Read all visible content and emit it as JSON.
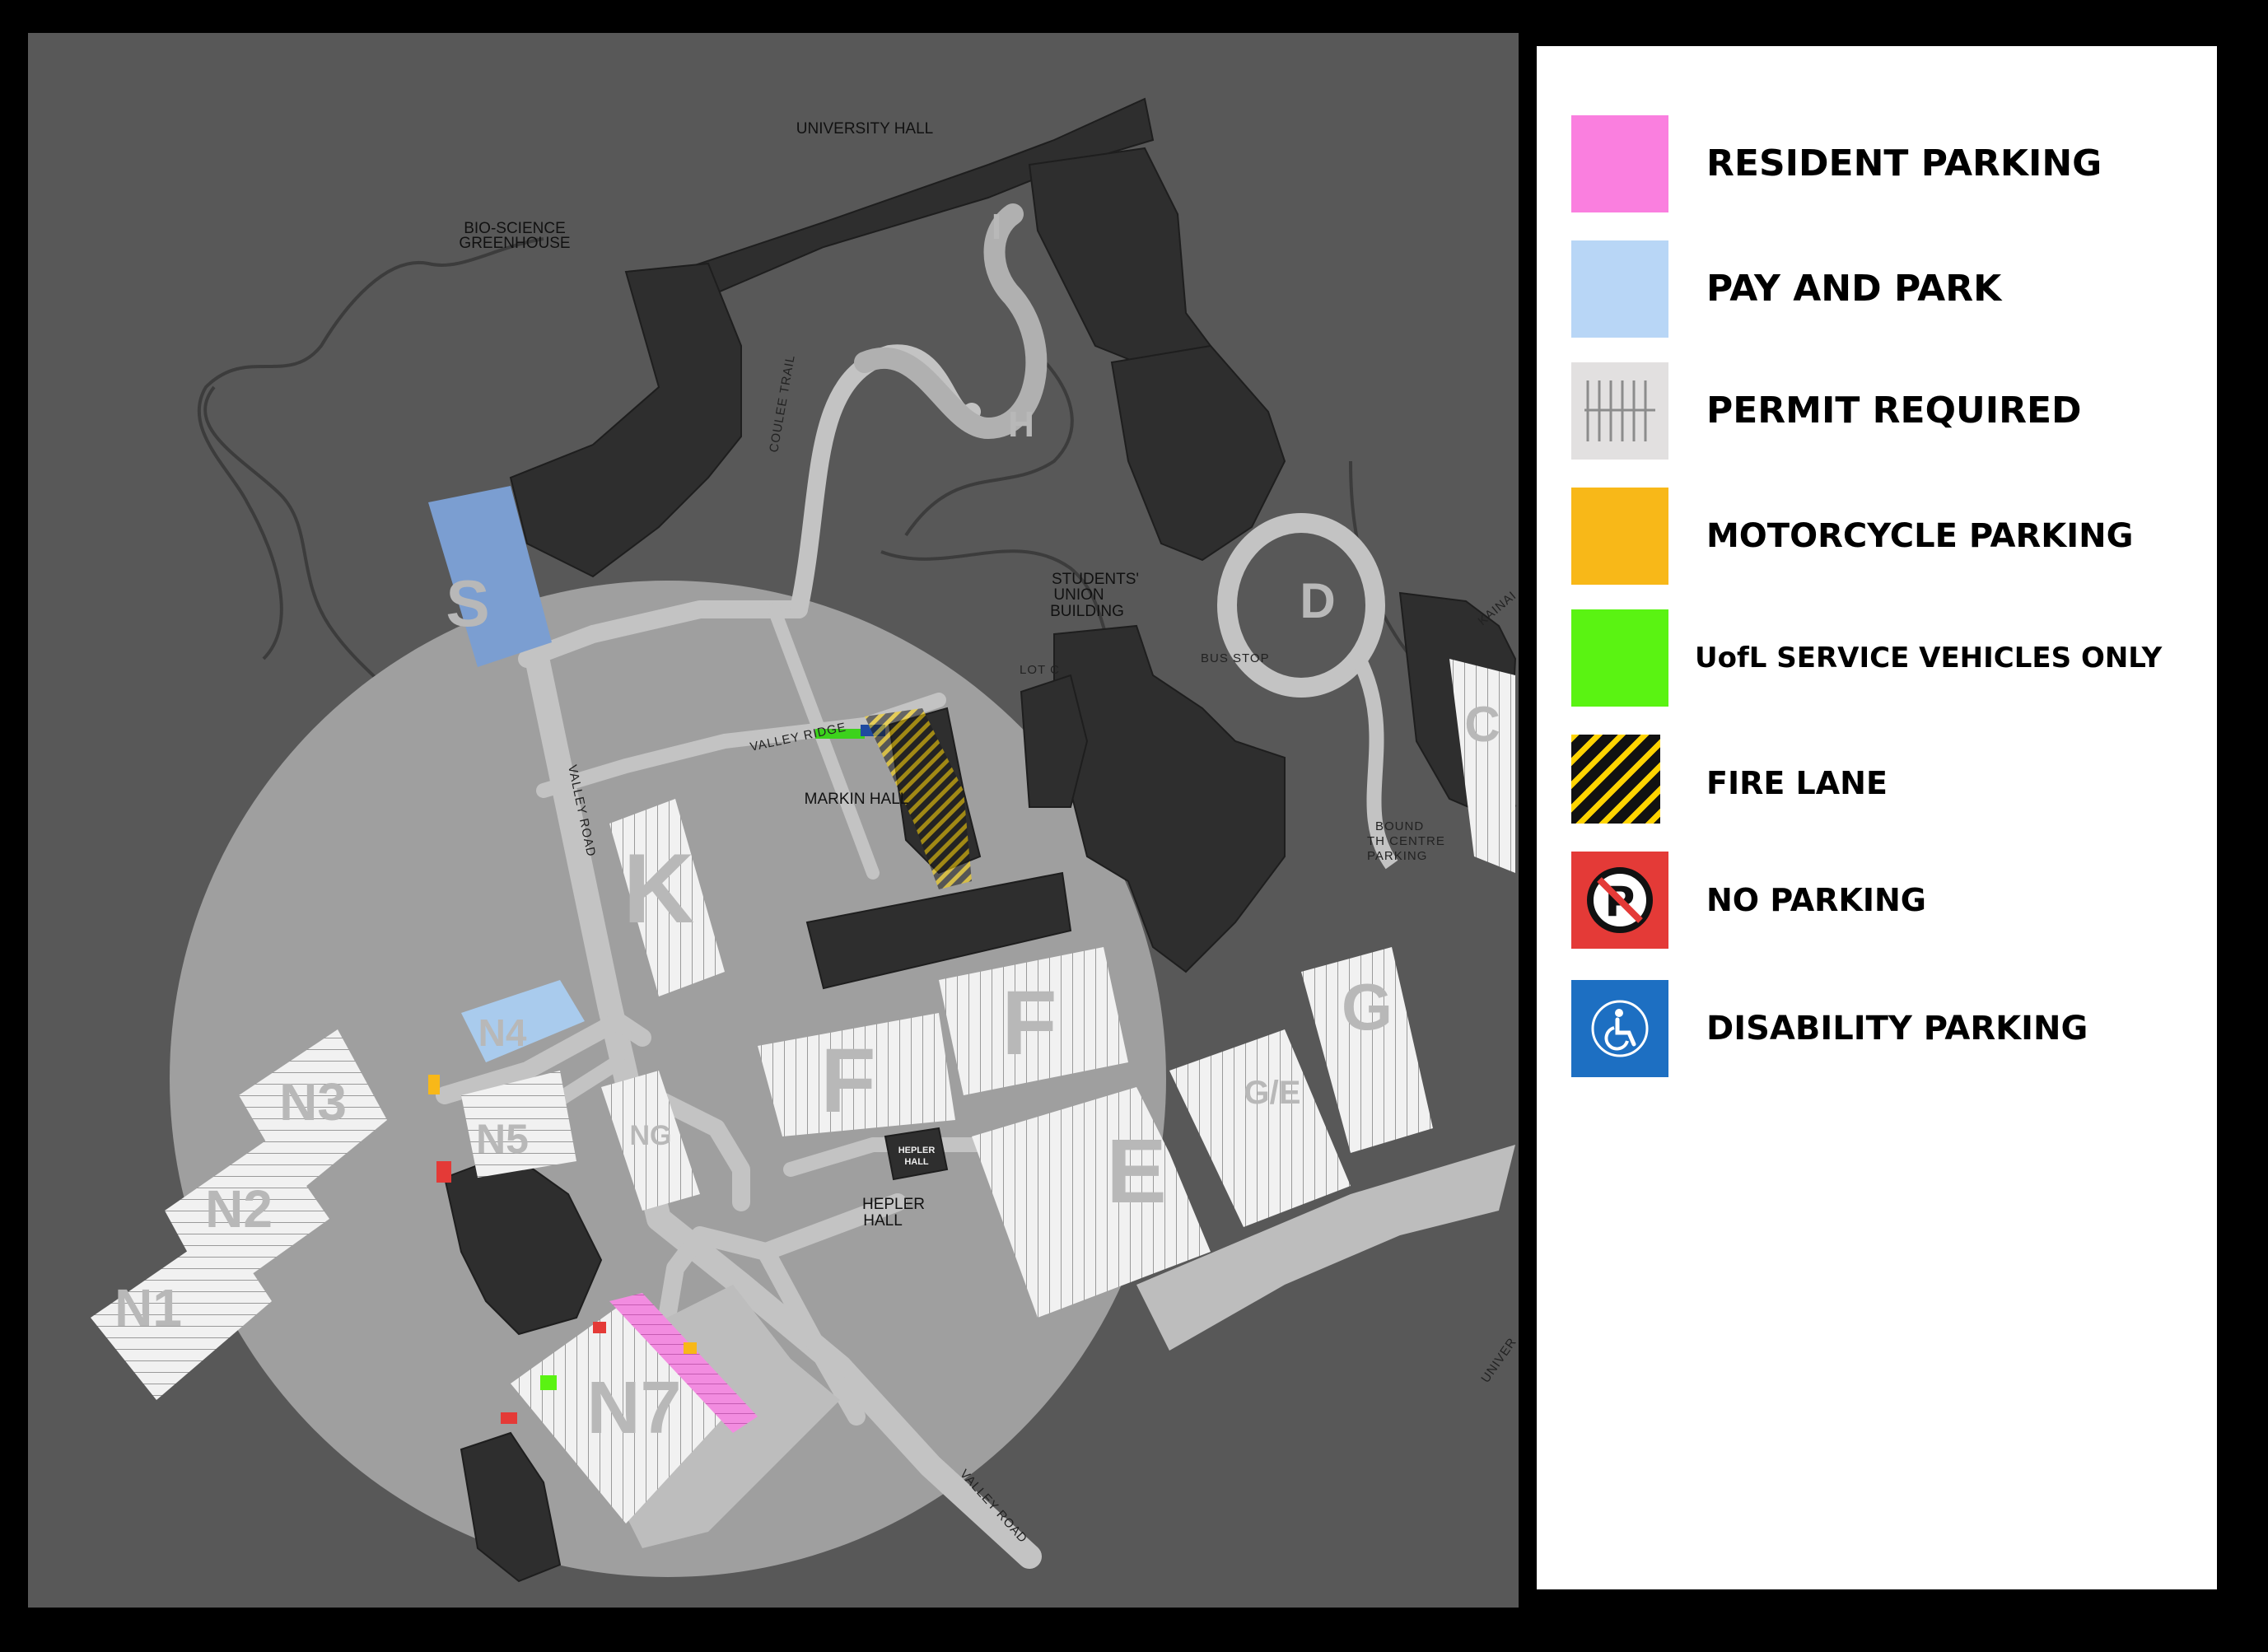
{
  "legend": {
    "items": [
      {
        "key": "resident",
        "label": "RESIDENT PARKING",
        "color": "#fa7fdf",
        "icon": "pink-swatch-icon"
      },
      {
        "key": "pay",
        "label": "PAY AND PARK",
        "color": "#b8d6f6",
        "icon": "light-blue-swatch-icon"
      },
      {
        "key": "permit",
        "label": "PERMIT REQUIRED",
        "color": "#e2e0e0",
        "icon": "parking-stalls-icon"
      },
      {
        "key": "motorcycle",
        "label": "MOTORCYCLE PARKING",
        "color": "#f8b818",
        "icon": "orange-swatch-icon"
      },
      {
        "key": "service",
        "label": "UofL SERVICE VEHICLES ONLY",
        "color": "#5af312",
        "icon": "green-swatch-icon"
      },
      {
        "key": "fire",
        "label": "FIRE LANE",
        "color": "#111111",
        "icon": "fire-lane-stripes-icon"
      },
      {
        "key": "noparking",
        "label": "NO PARKING",
        "color": "#e43a37",
        "icon": "no-parking-icon"
      },
      {
        "key": "disability",
        "label": "DISABILITY PARKING",
        "color": "#1d6fc2",
        "icon": "wheelchair-icon"
      }
    ]
  },
  "map": {
    "buildings": {
      "university_hall": "UNIVERSITY HALL",
      "greenhouse_1": "BIO-SCIENCE",
      "greenhouse_2": "GREENHOUSE",
      "students_union_1": "STUDENTS'",
      "students_union_2": "UNION",
      "students_union_3": "BUILDING",
      "markin_hall": "MARKIN HALL",
      "hepler_hall_1": "HEPLER",
      "hepler_hall_2": "HALL",
      "hepler_sign_1": "HEPLER",
      "hepler_sign_2": "HALL"
    },
    "roads": {
      "valley_road_1": "VALLEY ROAD",
      "valley_road_2": "VALLEY ROAD",
      "valley_ridge": "VALLEY RIDGE",
      "coulee_trail": "COULEE TRAIL",
      "kainai": "KAINAI",
      "university": "UNIVER",
      "lot_label": "LOT C",
      "bus_stop": "BUS STOP",
      "bound_1": "BOUND",
      "bound_2": "TH CENTRE",
      "bound_3": "PARKING"
    },
    "lots": {
      "s": "S",
      "k": "K",
      "f1": "F",
      "f2": "F",
      "e": "E",
      "ge": "G/E",
      "g": "G",
      "d": "D",
      "c": "C",
      "i": "I",
      "h": "H",
      "n1": "N1",
      "n2": "N2",
      "n3": "N3",
      "n4": "N4",
      "n5": "N5",
      "n6": "NG",
      "n7": "N7"
    }
  }
}
